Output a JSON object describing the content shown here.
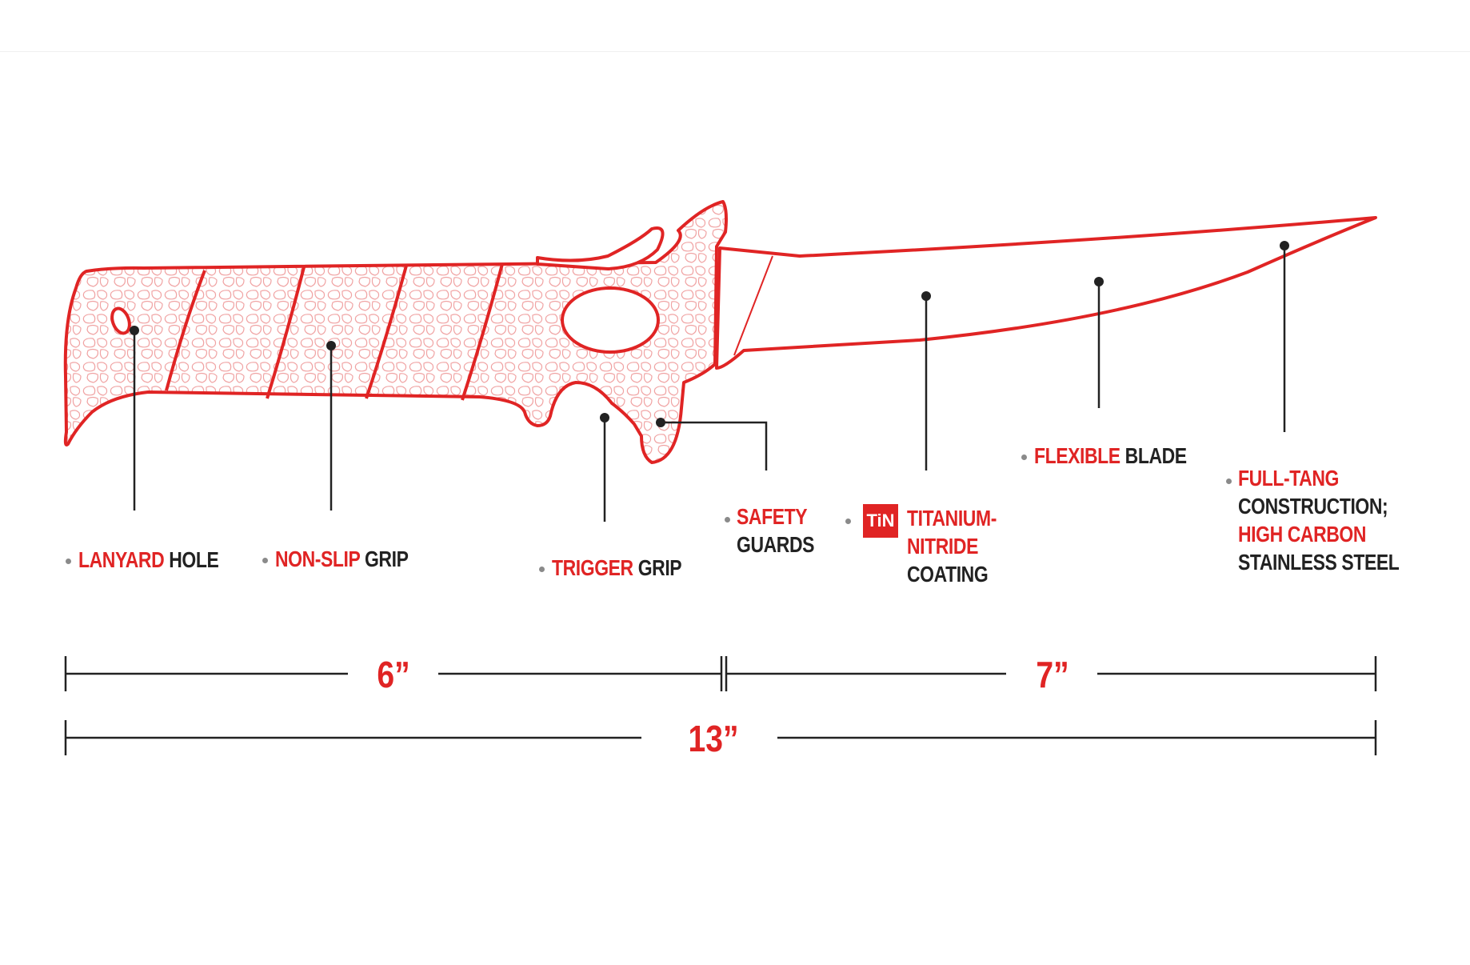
{
  "colors": {
    "accent": "#e02424",
    "text": "#222222",
    "bullet": "#8a8a8a"
  },
  "labels": {
    "lanyard": {
      "red": "LANYARD",
      "black": "HOLE"
    },
    "nonslip": {
      "red": "NON-SLIP",
      "black": "GRIP"
    },
    "trigger": {
      "red": "TRIGGER",
      "black": "GRIP"
    },
    "safety": {
      "red": "SAFETY",
      "black": "GUARDS"
    },
    "titanium": {
      "badge": "TiN",
      "red1": "TITANIUM-",
      "red2": "NITRIDE",
      "black": "COATING"
    },
    "flexible": {
      "red": "FLEXIBLE",
      "black": "BLADE"
    },
    "fulltang": {
      "red1": "FULL-TANG",
      "black1": "CONSTRUCTION;",
      "red2": "HIGH CARBON",
      "black2": "STAINLESS STEEL"
    }
  },
  "dimensions": {
    "handle": "6”",
    "blade": "7”",
    "overall": "13”"
  }
}
